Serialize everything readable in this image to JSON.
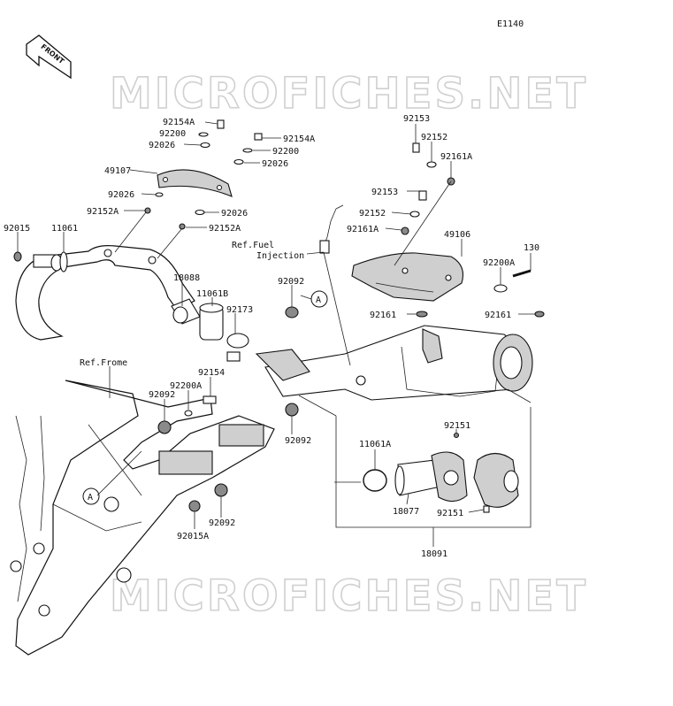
{
  "diagram_code": "E1140",
  "front_arrow_text": "FRONT",
  "watermark_top": "MICROFICHES.NET",
  "watermark_bottom": "MICROFICHES.NET",
  "refs": {
    "fuel_line1": "Ref.Fuel",
    "fuel_line2": "Injection",
    "frame": "Ref.Frome"
  },
  "callouts": {
    "a_upper": "A",
    "a_lower": "A"
  },
  "labels": {
    "p92154A_top": "92154A",
    "p92200_top": "92200",
    "p92026_top": "92026",
    "p49107": "49107",
    "p92026_mid": "92026",
    "p92152A_left": "92152A",
    "p92154A_right": "92154A",
    "p92200_right": "92200",
    "p92026_right": "92026",
    "p92026_low": "92026",
    "p92152A_right": "92152A",
    "p92015": "92015",
    "p11061": "11061",
    "p18088": "18088",
    "p11061B": "11061B",
    "p92173": "92173",
    "p92092_top": "92092",
    "p92154": "92154",
    "p92200A_left": "92200A",
    "p92092_left": "92092",
    "p92092_mid": "92092",
    "p92092_low": "92092",
    "p92015A": "92015A",
    "p92153_top": "92153",
    "p92152_top": "92152",
    "p92161A_top": "92161A",
    "p92153_mid": "92153",
    "p92152_mid": "92152",
    "p92161A_mid": "92161A",
    "p49106": "49106",
    "p130": "130",
    "p92200A_right": "92200A",
    "p92161_left": "92161",
    "p92161_right": "92161",
    "p11061A": "11061A",
    "p92151_top": "92151",
    "p18077": "18077",
    "p92151_low": "92151",
    "p18091": "18091"
  }
}
